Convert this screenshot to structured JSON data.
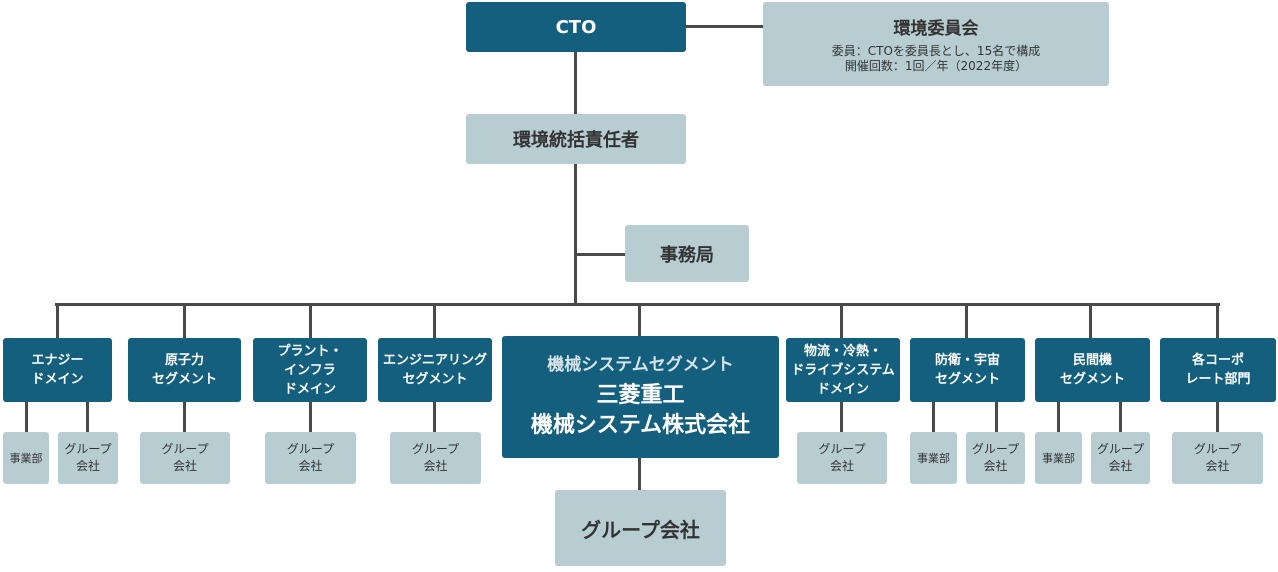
{
  "cto": "CTO",
  "committee": {
    "title": "環境委員会",
    "line1": "委員：CTOを委員長とし、15名で構成",
    "line2": "開催回数：1回／年（2022年度）"
  },
  "officer": "環境統括責任者",
  "secretariat": "事務局",
  "center": {
    "label": "機械システムセグメント",
    "company_line1": "三菱重工",
    "company_line2": "機械システム株式会社",
    "group": "グループ会社"
  },
  "segments": [
    {
      "label": "エナジー\nドメイン",
      "subs": [
        "事業部",
        "グループ\n会社"
      ]
    },
    {
      "label": "原子力\nセグメント",
      "subs": [
        "グループ\n会社"
      ]
    },
    {
      "label": "プラント・\nインフラ\nドメイン",
      "subs": [
        "グループ\n会社"
      ]
    },
    {
      "label": "エンジニアリング\nセグメント",
      "subs": [
        "グループ\n会社"
      ]
    },
    {
      "label": "物流・冷熱・\nドライブシステム\nドメイン",
      "subs": [
        "グループ\n会社"
      ]
    },
    {
      "label": "防衛・宇宙\nセグメント",
      "subs": [
        "事業部",
        "グループ\n会社"
      ]
    },
    {
      "label": "民間機\nセグメント",
      "subs": [
        "事業部",
        "グループ\n会社"
      ]
    },
    {
      "label": "各コーポ\nレート部門",
      "subs": [
        "グループ\n会社"
      ]
    }
  ]
}
